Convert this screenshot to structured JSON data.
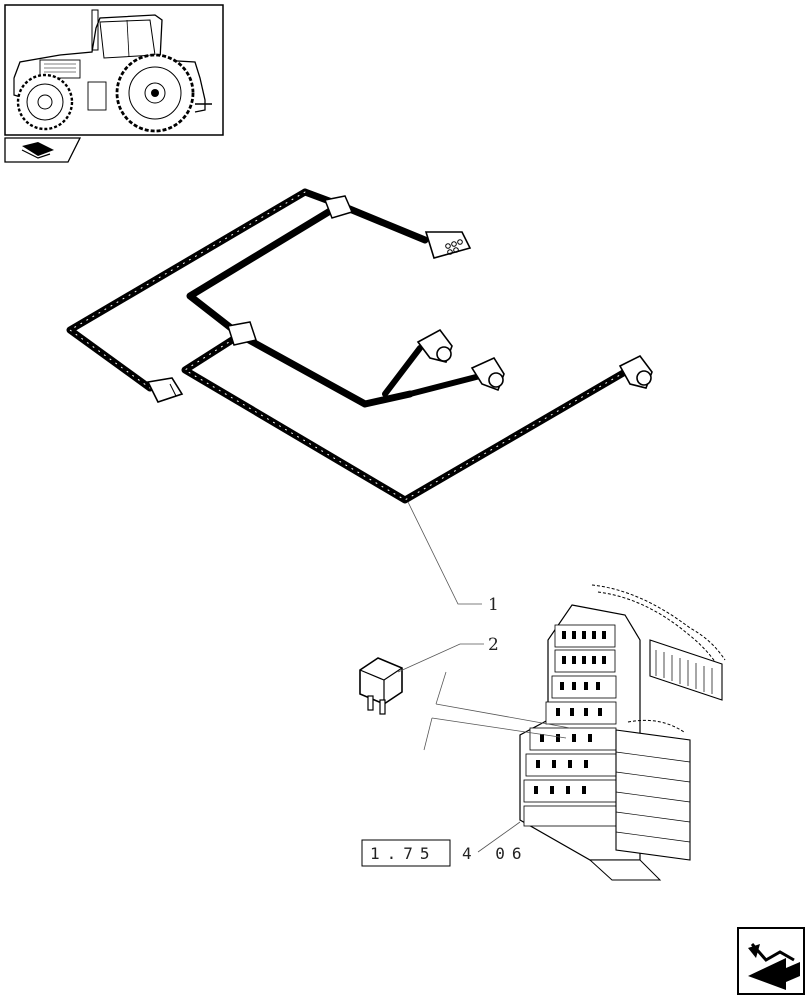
{
  "callouts": {
    "item1": "1",
    "item2": "2"
  },
  "reference": {
    "boxed": "1.75",
    "suffix": "4 06"
  },
  "icons": {
    "thumbnail": "tractor-thumbnail-icon",
    "book": "book-icon",
    "next": "next-page-arrow-icon"
  },
  "colors": {
    "line": "#000000",
    "paper": "#ffffff"
  }
}
